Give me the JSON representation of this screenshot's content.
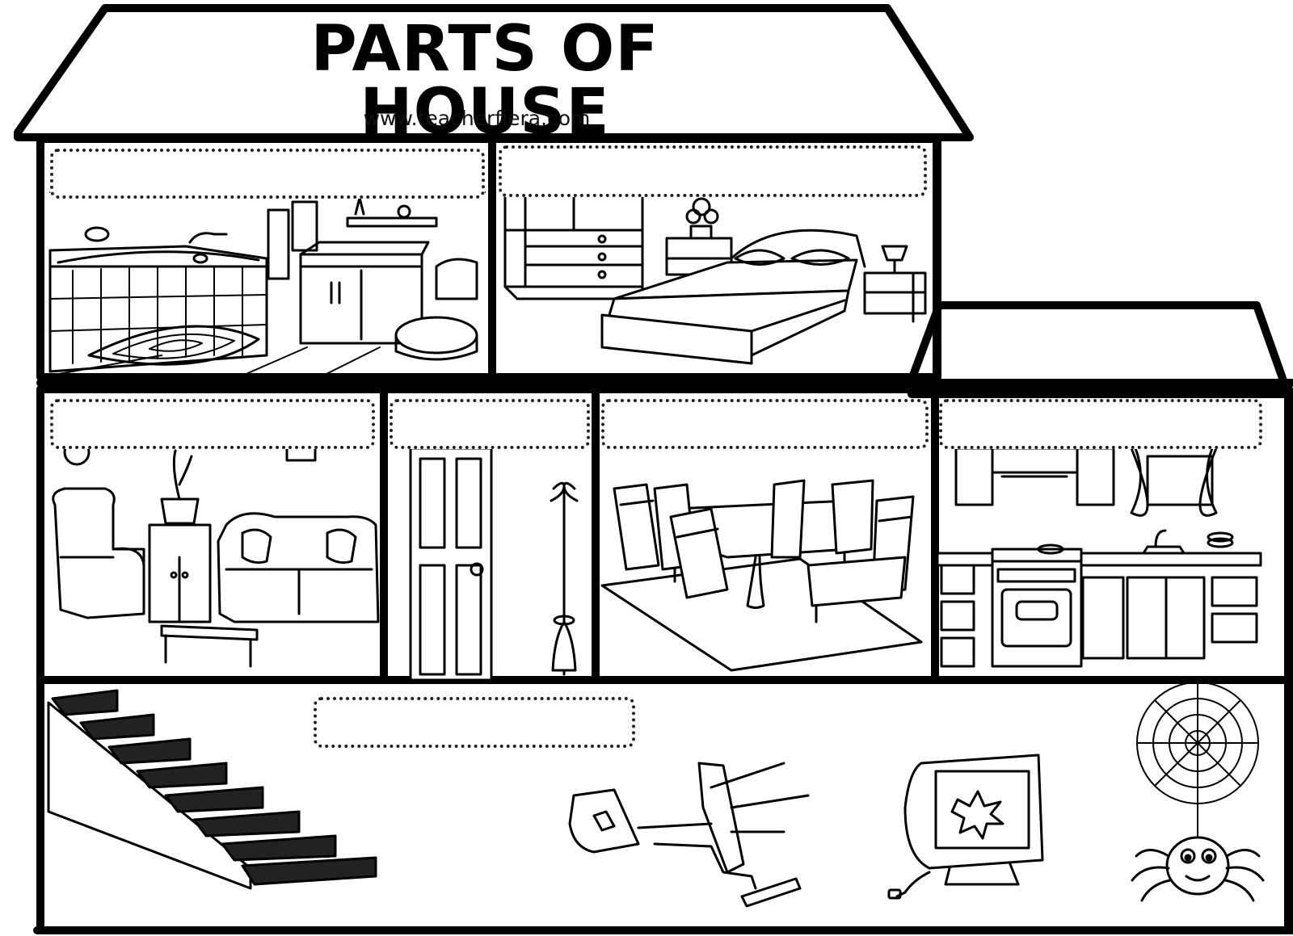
{
  "worksheet": {
    "title": "PARTS OF HOUSE",
    "website": "www.teacherfiera.com"
  },
  "rooms": [
    {
      "id": "bathroom",
      "label": ""
    },
    {
      "id": "bedroom",
      "label": ""
    },
    {
      "id": "living-room",
      "label": ""
    },
    {
      "id": "hall",
      "label": ""
    },
    {
      "id": "dining-room",
      "label": ""
    },
    {
      "id": "kitchen",
      "label": ""
    },
    {
      "id": "attic",
      "label": ""
    }
  ]
}
